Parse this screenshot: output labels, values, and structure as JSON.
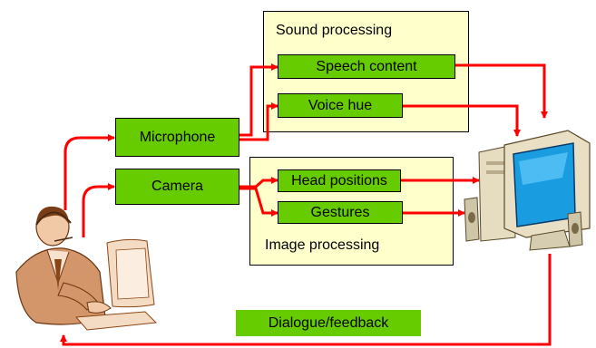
{
  "colors": {
    "arrow": "#ff0000",
    "box_fill": "#66cc00",
    "panel_fill": "#ffffcc"
  },
  "sound_panel": {
    "label": "Sound processing"
  },
  "image_panel": {
    "label": "Image processing"
  },
  "inputs": {
    "microphone": "Microphone",
    "camera": "Camera"
  },
  "sound_features": {
    "speech_content": "Speech content",
    "voice_hue": "Voice hue"
  },
  "image_features": {
    "head_positions": "Head positions",
    "gestures": "Gestures"
  },
  "feedback": {
    "label": "Dialogue/feedback"
  },
  "icons": {
    "user": "person-at-computer-icon",
    "computer": "desktop-computer-icon"
  }
}
